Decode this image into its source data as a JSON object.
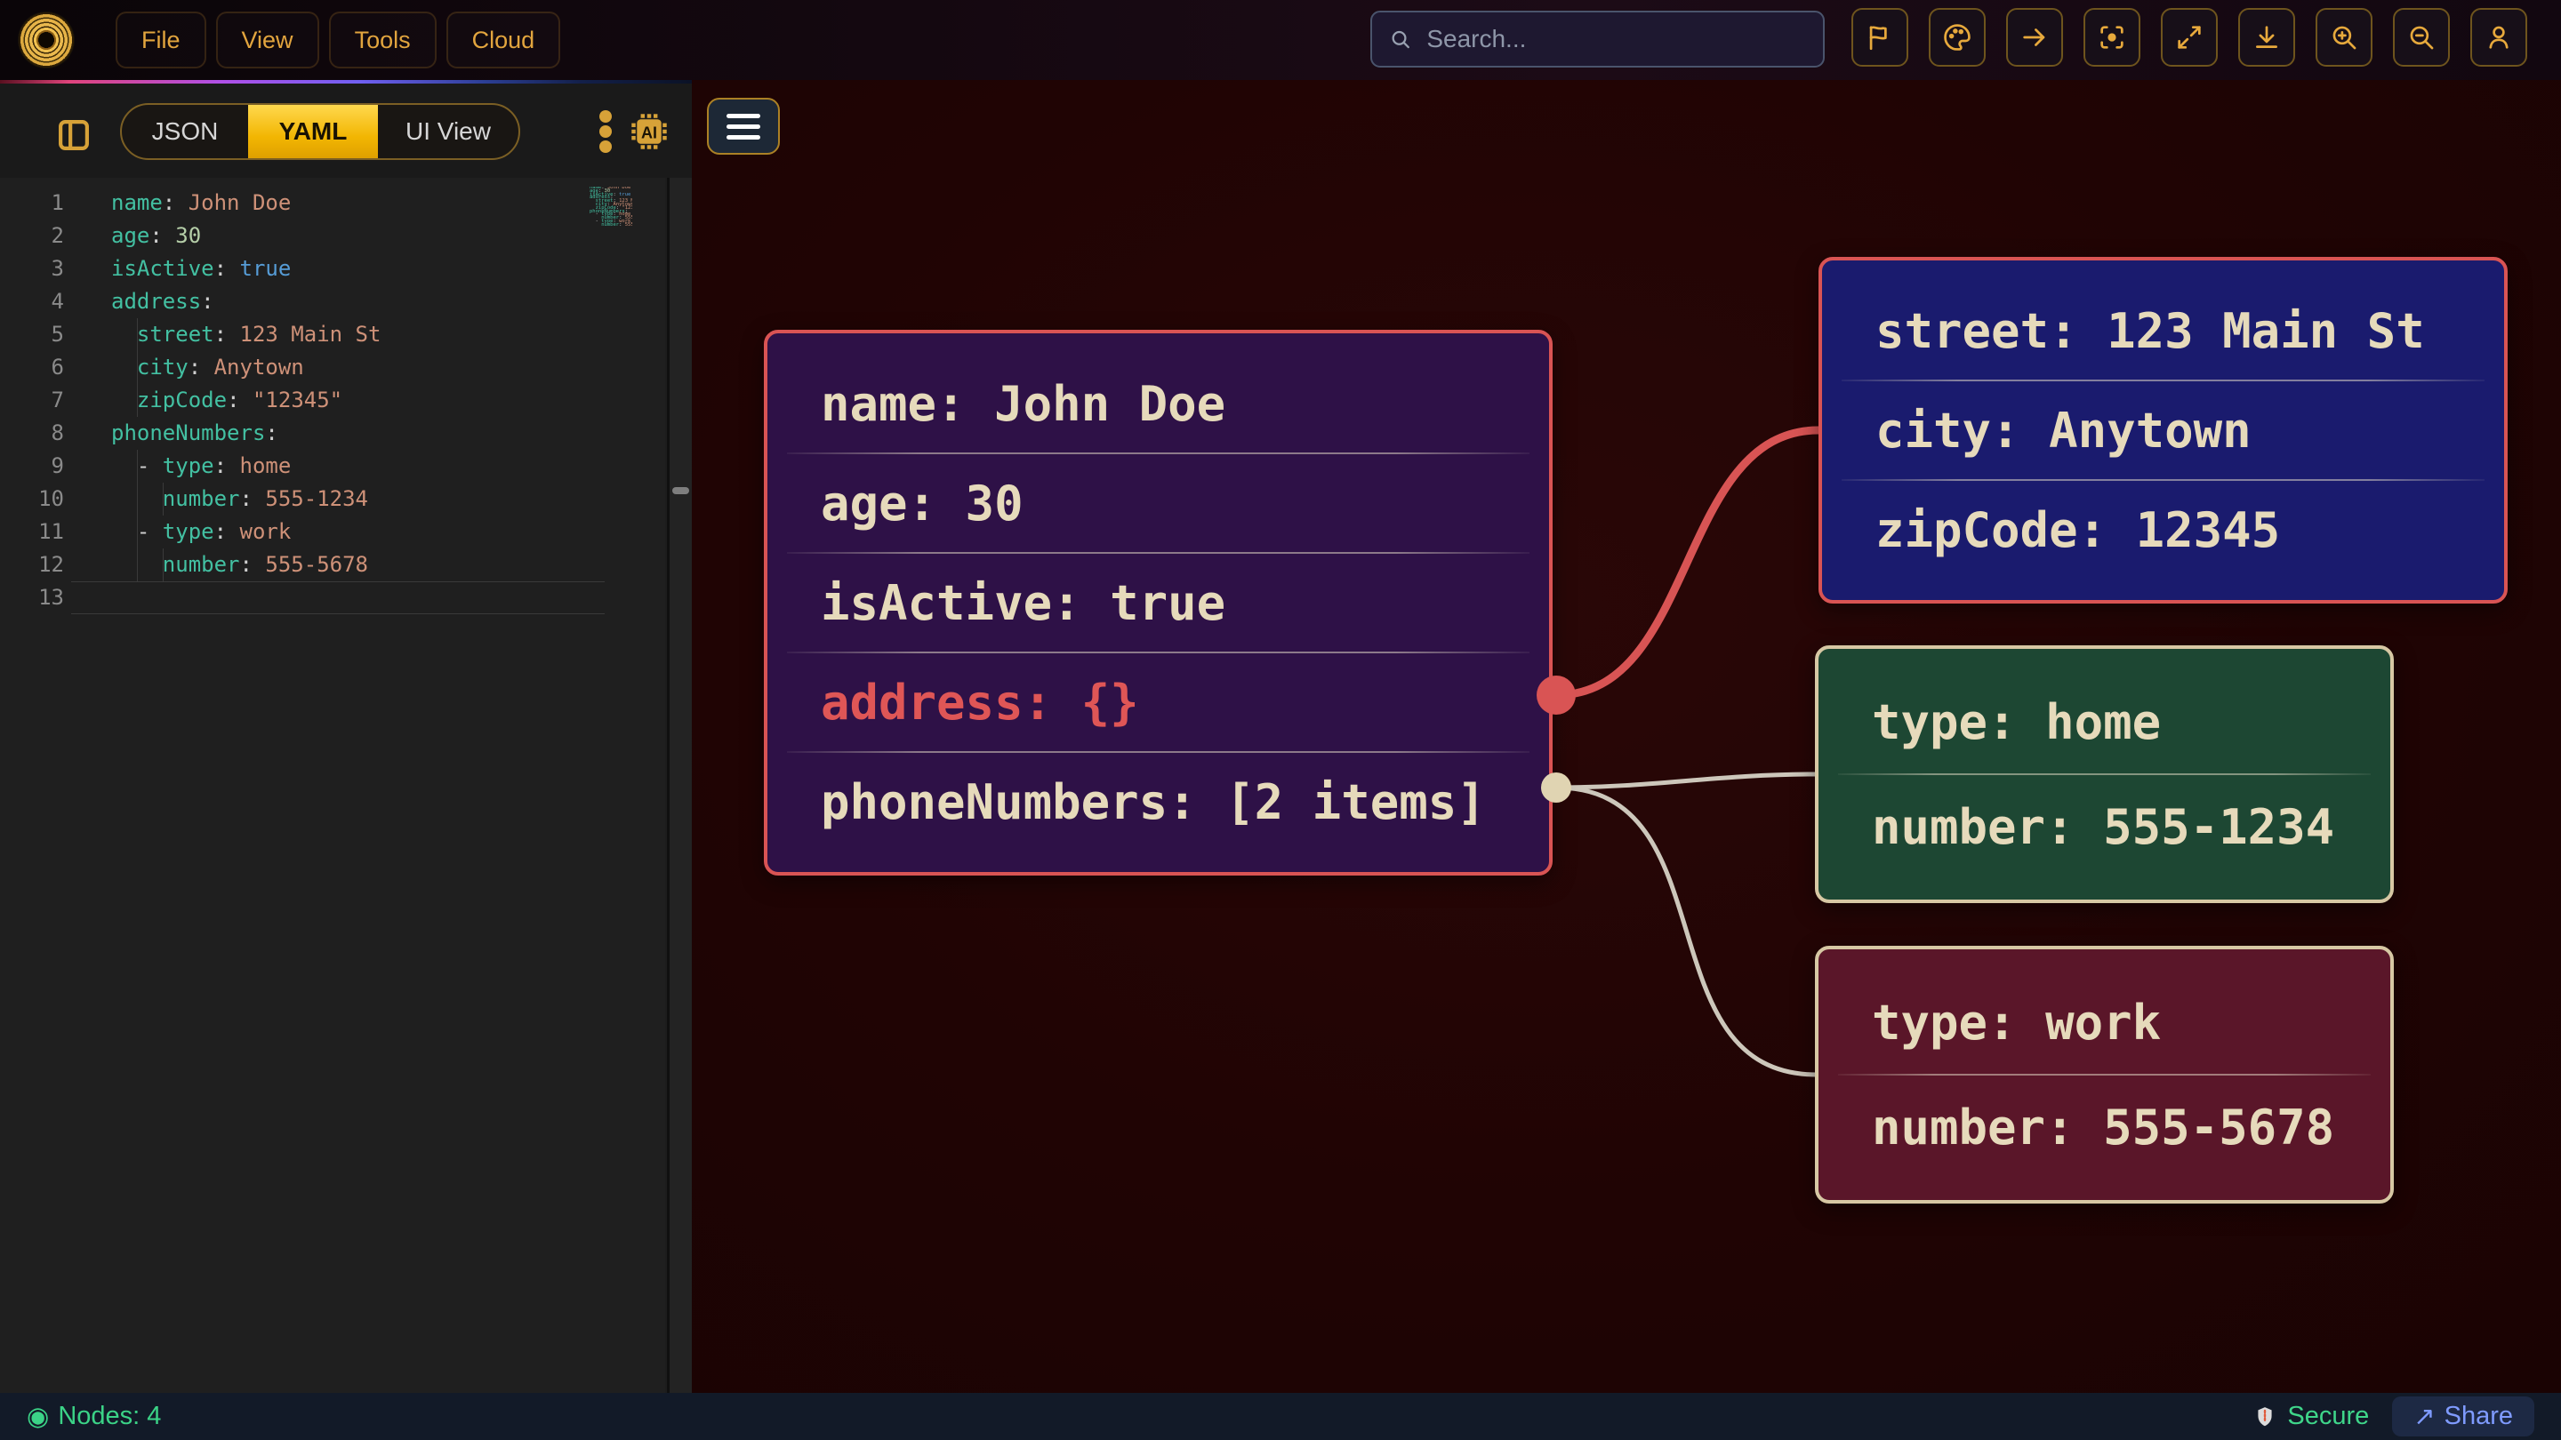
{
  "topbar": {
    "menus": [
      "File",
      "View",
      "Tools",
      "Cloud"
    ],
    "search_placeholder": "Search...",
    "icons": [
      "flag",
      "palette",
      "arrow-right",
      "focus-center",
      "expand",
      "download",
      "zoom-in",
      "zoom-out",
      "user"
    ]
  },
  "panel": {
    "tabs": [
      {
        "label": "JSON",
        "active": false
      },
      {
        "label": "YAML",
        "active": true
      },
      {
        "label": "UI View",
        "active": false
      }
    ]
  },
  "editor": {
    "lines": [
      {
        "n": 1,
        "tokens": [
          [
            "key",
            "name"
          ],
          [
            "punct",
            ":"
          ],
          [
            "str",
            " John Doe"
          ]
        ]
      },
      {
        "n": 2,
        "tokens": [
          [
            "key",
            "age"
          ],
          [
            "punct",
            ":"
          ],
          [
            "num",
            " 30"
          ]
        ]
      },
      {
        "n": 3,
        "tokens": [
          [
            "key",
            "isActive"
          ],
          [
            "punct",
            ":"
          ],
          [
            "bool",
            " true"
          ]
        ]
      },
      {
        "n": 4,
        "tokens": [
          [
            "key",
            "address"
          ],
          [
            "punct",
            ":"
          ]
        ]
      },
      {
        "n": 5,
        "tokens": [
          [
            "punct",
            "  "
          ],
          [
            "key",
            "street"
          ],
          [
            "punct",
            ":"
          ],
          [
            "str",
            " 123 Main St"
          ]
        ]
      },
      {
        "n": 6,
        "tokens": [
          [
            "punct",
            "  "
          ],
          [
            "key",
            "city"
          ],
          [
            "punct",
            ":"
          ],
          [
            "str",
            " Anytown"
          ]
        ]
      },
      {
        "n": 7,
        "tokens": [
          [
            "punct",
            "  "
          ],
          [
            "key",
            "zipCode"
          ],
          [
            "punct",
            ":"
          ],
          [
            "str",
            " \"12345\""
          ]
        ]
      },
      {
        "n": 8,
        "tokens": [
          [
            "key",
            "phoneNumbers"
          ],
          [
            "punct",
            ":"
          ]
        ]
      },
      {
        "n": 9,
        "tokens": [
          [
            "punct",
            "  - "
          ],
          [
            "key",
            "type"
          ],
          [
            "punct",
            ":"
          ],
          [
            "str",
            " home"
          ]
        ]
      },
      {
        "n": 10,
        "tokens": [
          [
            "punct",
            "    "
          ],
          [
            "key",
            "number"
          ],
          [
            "punct",
            ":"
          ],
          [
            "str",
            " 555-1234"
          ]
        ]
      },
      {
        "n": 11,
        "tokens": [
          [
            "punct",
            "  - "
          ],
          [
            "key",
            "type"
          ],
          [
            "punct",
            ":"
          ],
          [
            "str",
            " work"
          ]
        ]
      },
      {
        "n": 12,
        "tokens": [
          [
            "punct",
            "    "
          ],
          [
            "key",
            "number"
          ],
          [
            "punct",
            ":"
          ],
          [
            "str",
            " 555-5678"
          ]
        ]
      },
      {
        "n": 13,
        "tokens": []
      }
    ]
  },
  "graph": {
    "nodes": [
      {
        "id": "root",
        "rows": [
          {
            "text": "name: John Doe",
            "color": "cream"
          },
          {
            "text": "age: 30",
            "color": "cream"
          },
          {
            "text": "isActive: true",
            "color": "cream"
          },
          {
            "text": "address: {}",
            "color": "red"
          },
          {
            "text": "phoneNumbers: [2 items]",
            "color": "cream"
          }
        ]
      },
      {
        "id": "address",
        "rows": [
          {
            "text": "street: 123 Main St",
            "color": "cream"
          },
          {
            "text": "city: Anytown",
            "color": "cream"
          },
          {
            "text": "zipCode: 12345",
            "color": "cream"
          }
        ]
      },
      {
        "id": "phone-home",
        "rows": [
          {
            "text": "type: home",
            "color": "cream"
          },
          {
            "text": "number: 555-1234",
            "color": "cream"
          }
        ]
      },
      {
        "id": "phone-work",
        "rows": [
          {
            "text": "type: work",
            "color": "cream"
          },
          {
            "text": "number: 555-5678",
            "color": "cream"
          }
        ]
      }
    ],
    "edge_colors": {
      "address_edge": "#d85454",
      "phone_edges": "#cdc7bb"
    }
  },
  "statusbar": {
    "nodes_icon": "◉",
    "nodes_label": "Nodes: 4",
    "secure_label": "Secure",
    "share_arrow": "↗",
    "share_label": "Share"
  },
  "colors": {
    "accent_gold": "#e7a93c",
    "tab_active": "#f2b602",
    "node_border_red": "#d95454",
    "node_border_tan": "#d7c8a4",
    "node_root_bg": "#2e1147",
    "node_addr_bg": "#1a1b6e",
    "node_home_bg": "#1d4733",
    "node_work_bg": "#5a1629",
    "status_green": "#3fd68a",
    "share_blue": "#7f9bff",
    "syntax_key": "#43c0a2",
    "syntax_str": "#ce9178",
    "syntax_num": "#b5cea8",
    "syntax_bool": "#569cd6"
  }
}
